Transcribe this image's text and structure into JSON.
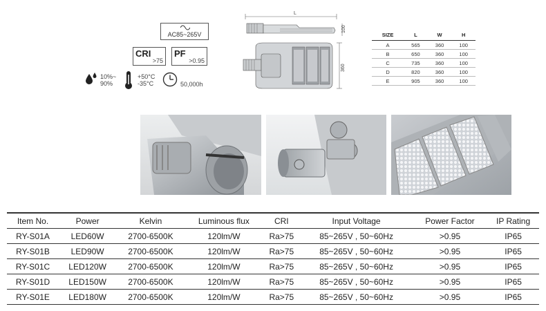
{
  "specs": {
    "voltage": "AC85~265V",
    "cri_label": "CRI",
    "cri_value": ">75",
    "pf_label": "PF",
    "pf_value": ">0.95",
    "humidity_line1": "10%~",
    "humidity_line2": "90%",
    "temp_high": "+50°C",
    "temp_low": "-35°C",
    "lifetime": "50,000h",
    "icons": [
      "sine-wave-icon",
      "water-drops-icon",
      "thermometer-icon",
      "clock-icon"
    ]
  },
  "drawing": {
    "length_label": "L",
    "height_label": "100",
    "width_label": "360"
  },
  "dimension_table": {
    "headers": [
      "SIZE",
      "L",
      "W",
      "H"
    ],
    "rows": [
      [
        "A",
        "565",
        "360",
        "100"
      ],
      [
        "B",
        "650",
        "360",
        "100"
      ],
      [
        "C",
        "735",
        "360",
        "100"
      ],
      [
        "D",
        "820",
        "360",
        "100"
      ],
      [
        "E",
        "905",
        "360",
        "100"
      ]
    ]
  },
  "spec_table": {
    "headers": [
      "Item No.",
      "Power",
      "Kelvin",
      "Luminous flux",
      "CRI",
      "Input Voltage",
      "Power Factor",
      "IP Rating"
    ],
    "rows": [
      [
        "RY-S01A",
        "LED60W",
        "2700-6500K",
        "120lm/W",
        "Ra>75",
        "85~265V , 50~60Hz",
        ">0.95",
        "IP65"
      ],
      [
        "RY-S01B",
        "LED90W",
        "2700-6500K",
        "120lm/W",
        "Ra>75",
        "85~265V , 50~60Hz",
        ">0.95",
        "IP65"
      ],
      [
        "RY-S01C",
        "LED120W",
        "2700-6500K",
        "120lm/W",
        "Ra>75",
        "85~265V , 50~60Hz",
        ">0.95",
        "IP65"
      ],
      [
        "RY-S01D",
        "LED150W",
        "2700-6500K",
        "120lm/W",
        "Ra>75",
        "85~265V , 50~60Hz",
        ">0.95",
        "IP65"
      ],
      [
        "RY-S01E",
        "LED180W",
        "2700-6500K",
        "120lm/W",
        "Ra>75",
        "85~265V , 50~60Hz",
        ">0.95",
        "IP65"
      ]
    ]
  },
  "colors": {
    "housing": "#b9bdc0",
    "led": "#e6e8ec",
    "line": "#333333"
  }
}
